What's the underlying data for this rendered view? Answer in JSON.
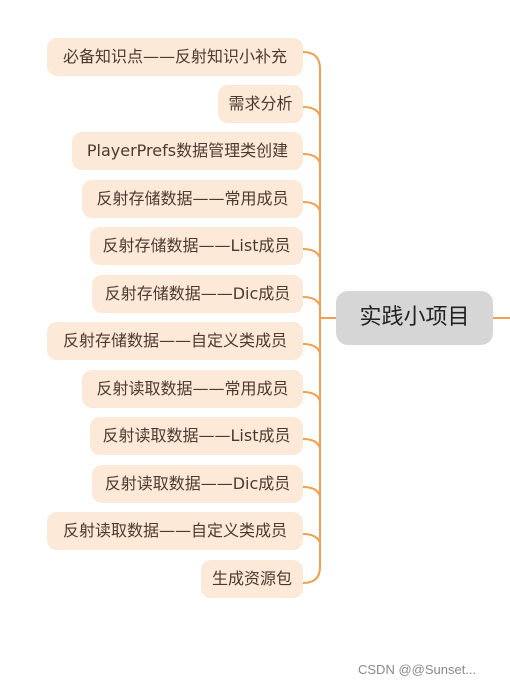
{
  "central": "实践小项目",
  "branches": [
    "必备知识点——反射知识小补充",
    "需求分析",
    "PlayerPrefs数据管理类创建",
    "反射存储数据——常用成员",
    "反射存储数据——List成员",
    "反射存储数据——Dic成员",
    "反射存储数据——自定义类成员",
    "反射读取数据——常用成员",
    "反射读取数据——List成员",
    "反射读取数据——Dic成员",
    "反射读取数据——自定义类成员",
    "生成资源包"
  ],
  "watermark": "CSDN @@Sunset...",
  "colors": {
    "connector": "#f0a050",
    "branch_fill": "#fde9d8",
    "central_fill": "#d6d6d6"
  }
}
